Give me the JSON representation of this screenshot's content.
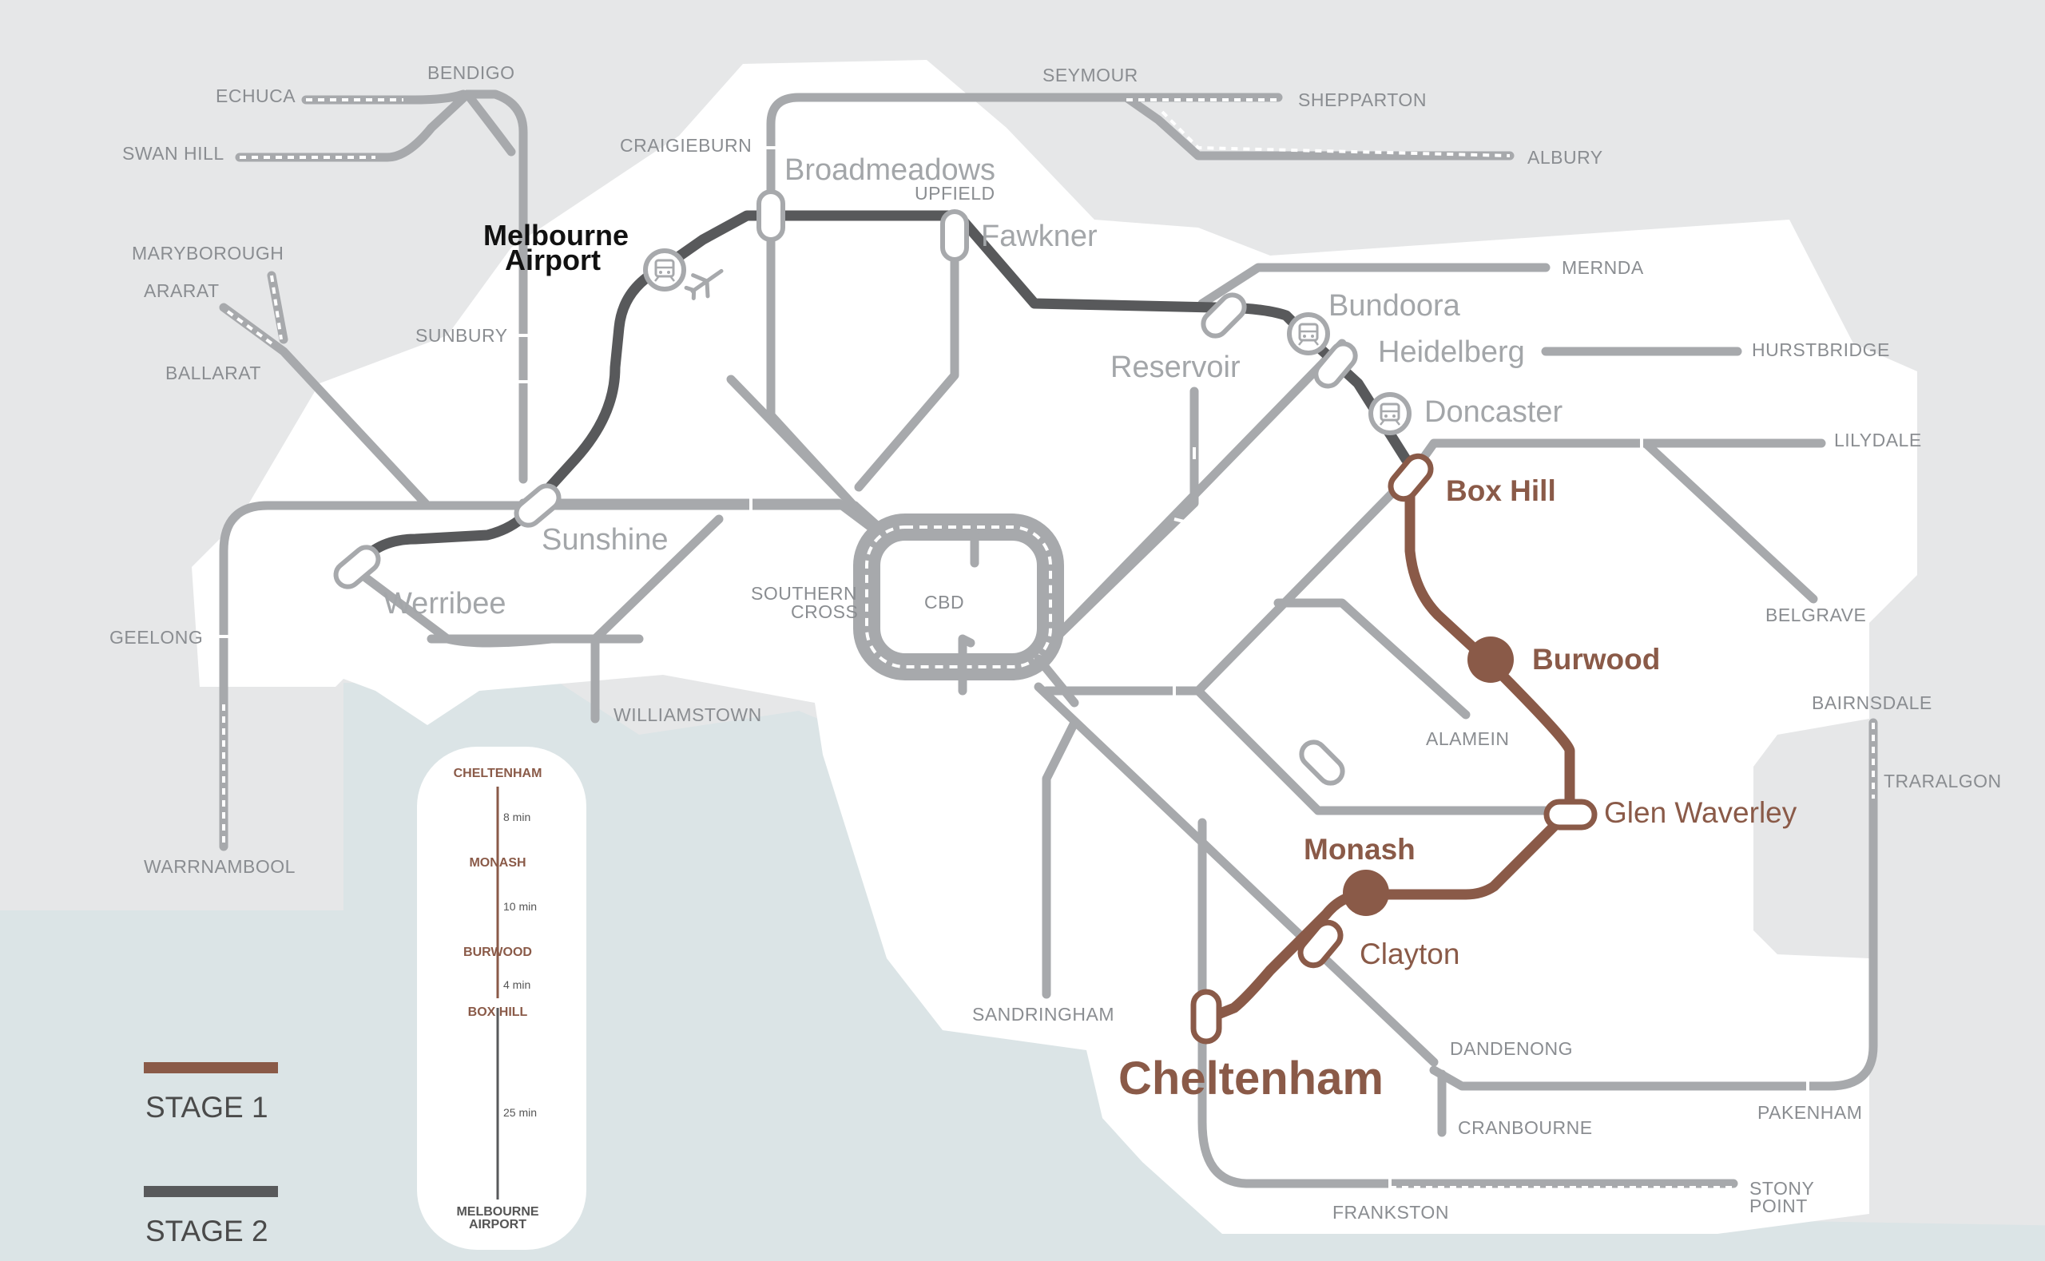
{
  "stations": {
    "echuca": "ECHUCA",
    "bendigo": "BENDIGO",
    "swan_hill": "SWAN HILL",
    "seymour": "SEYMOUR",
    "shepparton": "SHEPPARTON",
    "albury": "ALBURY",
    "craigieburn": "CRAIGIEBURN",
    "broadmeadows": "Broadmeadows",
    "upfield": "UPFIELD",
    "fawkner": "Fawkner",
    "melbourne_airport_1": "Melbourne",
    "melbourne_airport_2": "Airport",
    "maryborough": "MARYBOROUGH",
    "ararat": "ARARAT",
    "ballarat": "BALLARAT",
    "sunbury": "SUNBURY",
    "mernda": "MERNDA",
    "bundoora": "Bundoora",
    "reservoir": "Reservoir",
    "heidelberg": "Heidelberg",
    "hurstbridge": "HURSTBRIDGE",
    "doncaster": "Doncaster",
    "lilydale": "LILYDALE",
    "box_hill": "Box Hill",
    "sunshine": "Sunshine",
    "werribee": "Werribee",
    "geelong": "GEELONG",
    "southern_cross_1": "SOUTHERN",
    "southern_cross_2": "CROSS",
    "cbd": "CBD",
    "belgrave": "BELGRAVE",
    "burwood": "Burwood",
    "williamstown": "WILLIAMSTOWN",
    "alamein": "ALAMEIN",
    "bairnsdale": "BAIRNSDALE",
    "traralgon": "TRARALGON",
    "glen_waverley": "Glen Waverley",
    "monash": "Monash",
    "clayton": "Clayton",
    "warrnambool": "WARRNAMBOOL",
    "sandringham": "SANDRINGHAM",
    "dandenong": "DANDENONG",
    "cheltenham": "Cheltenham",
    "pakenham": "PAKENHAM",
    "cranbourne": "CRANBOURNE",
    "frankston": "FRANKSTON",
    "stony_point_1": "STONY",
    "stony_point_2": "POINT"
  },
  "timeline": {
    "stops": [
      {
        "name": "CHELTENHAM",
        "next_min": "8 min"
      },
      {
        "name": "MONASH",
        "next_min": "10 min"
      },
      {
        "name": "BURWOOD",
        "next_min": "4 min"
      },
      {
        "name": "BOX HILL",
        "next_min": "25 min"
      }
    ],
    "end_1": "MELBOURNE",
    "end_2": "AIRPORT"
  },
  "legend": {
    "stage1": {
      "label": "STAGE 1",
      "color": "#8a5a48"
    },
    "stage2": {
      "label": "STAGE 2",
      "color": "#58595b"
    }
  },
  "colors": {
    "rail_line": "#a7a9ac",
    "land": "#ffffff",
    "region": "#e6e7e8",
    "water": "#dbe4e6"
  },
  "icons": {
    "train": "train-icon",
    "plane": "plane-icon"
  }
}
